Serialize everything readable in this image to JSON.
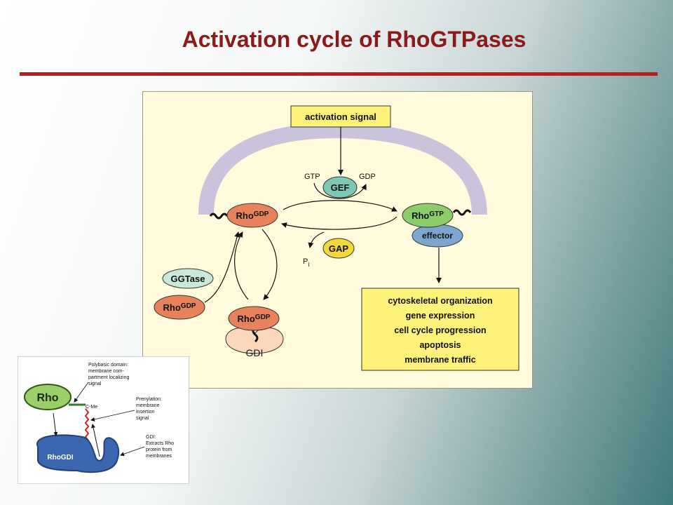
{
  "title": "Activation cycle of RhoGTPases",
  "main_diagram": {
    "activation_signal": "activation signal",
    "gtp": "GTP",
    "gdp": "GDP",
    "gef": "GEF",
    "gap": "GAP",
    "pi_base": "P",
    "pi_sub": "i",
    "rho": "Rho",
    "sup_gdp": "GDP",
    "sup_gtp": "GTP",
    "effector": "effector",
    "ggtase": "GGTase",
    "gdi": "GDI",
    "outcomes": [
      "cytoskeletal organization",
      "gene expression",
      "cell cycle progression",
      "apoptosis",
      "membrane traffic"
    ]
  },
  "inset": {
    "rho": "Rho",
    "rhogdi": "RhoGDI",
    "c_me": "C-Me",
    "polybasic_lines": [
      "Polybasic domain:",
      "membrane com-",
      "partment localizing",
      "signal"
    ],
    "prenylation_lines": [
      "Prenylation:",
      "membrane",
      "insertion",
      "signal"
    ],
    "gdi_lines": [
      "GDI:",
      "Extracts Rho",
      "protein from",
      "membranes"
    ]
  },
  "colors": {
    "title": "#8b1a1a",
    "rule": "#b32020",
    "panel_bg": "#fffbdc",
    "membrane": "#cbc3dc",
    "rho_gdp": "#e8825c",
    "rho_gtp": "#8ccc6a",
    "gef": "#7cc8b4",
    "gap": "#f2d83a",
    "effector": "#7ea6cc",
    "ggtase": "#c9ead9",
    "gdi": "#fbd8bc",
    "box_yellow": "#fff27a",
    "inset_rho": "#9ccf6a",
    "inset_gdi": "#3b66b0"
  }
}
